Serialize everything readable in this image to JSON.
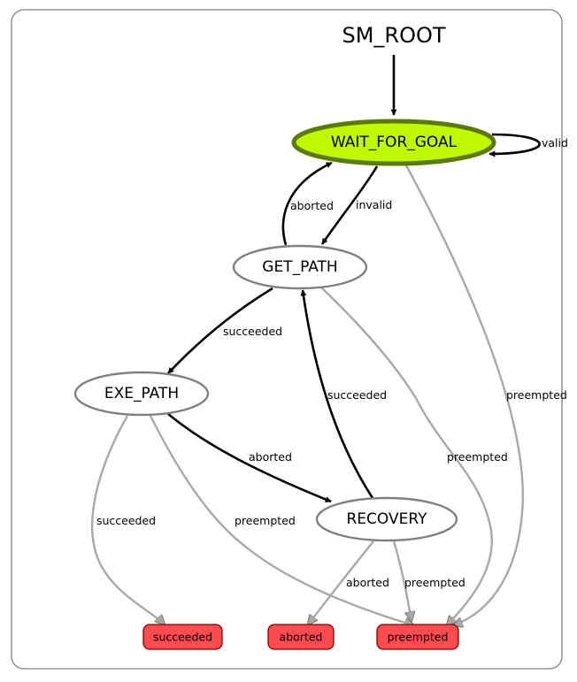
{
  "container": {
    "title": "SM_ROOT"
  },
  "colors": {
    "active_fill": "#c0f800",
    "active_stroke": "#5b7a0a",
    "state_stroke": "#808080",
    "outcome_fill": "#ff4a50",
    "outcome_stroke": "#8b0000",
    "strong_edge": "#000000",
    "weak_edge": "#a9a9a9"
  },
  "states": {
    "wait_for_goal": "WAIT_FOR_GOAL",
    "get_path": "GET_PATH",
    "exe_path": "EXE_PATH",
    "recovery": "RECOVERY"
  },
  "outcomes": {
    "succeeded": "succeeded",
    "aborted": "aborted",
    "preempted": "preempted"
  },
  "transitions": {
    "wait_valid": "valid",
    "wait_invalid": "invalid",
    "wait_preempted": "preempted",
    "get_aborted": "aborted",
    "get_succeeded": "succeeded",
    "get_preempted": "preempted",
    "exe_aborted": "aborted",
    "exe_succeeded": "succeeded",
    "exe_preempted": "preempted",
    "rec_succeeded": "succeeded",
    "rec_aborted": "aborted",
    "rec_preempted": "preempted"
  }
}
